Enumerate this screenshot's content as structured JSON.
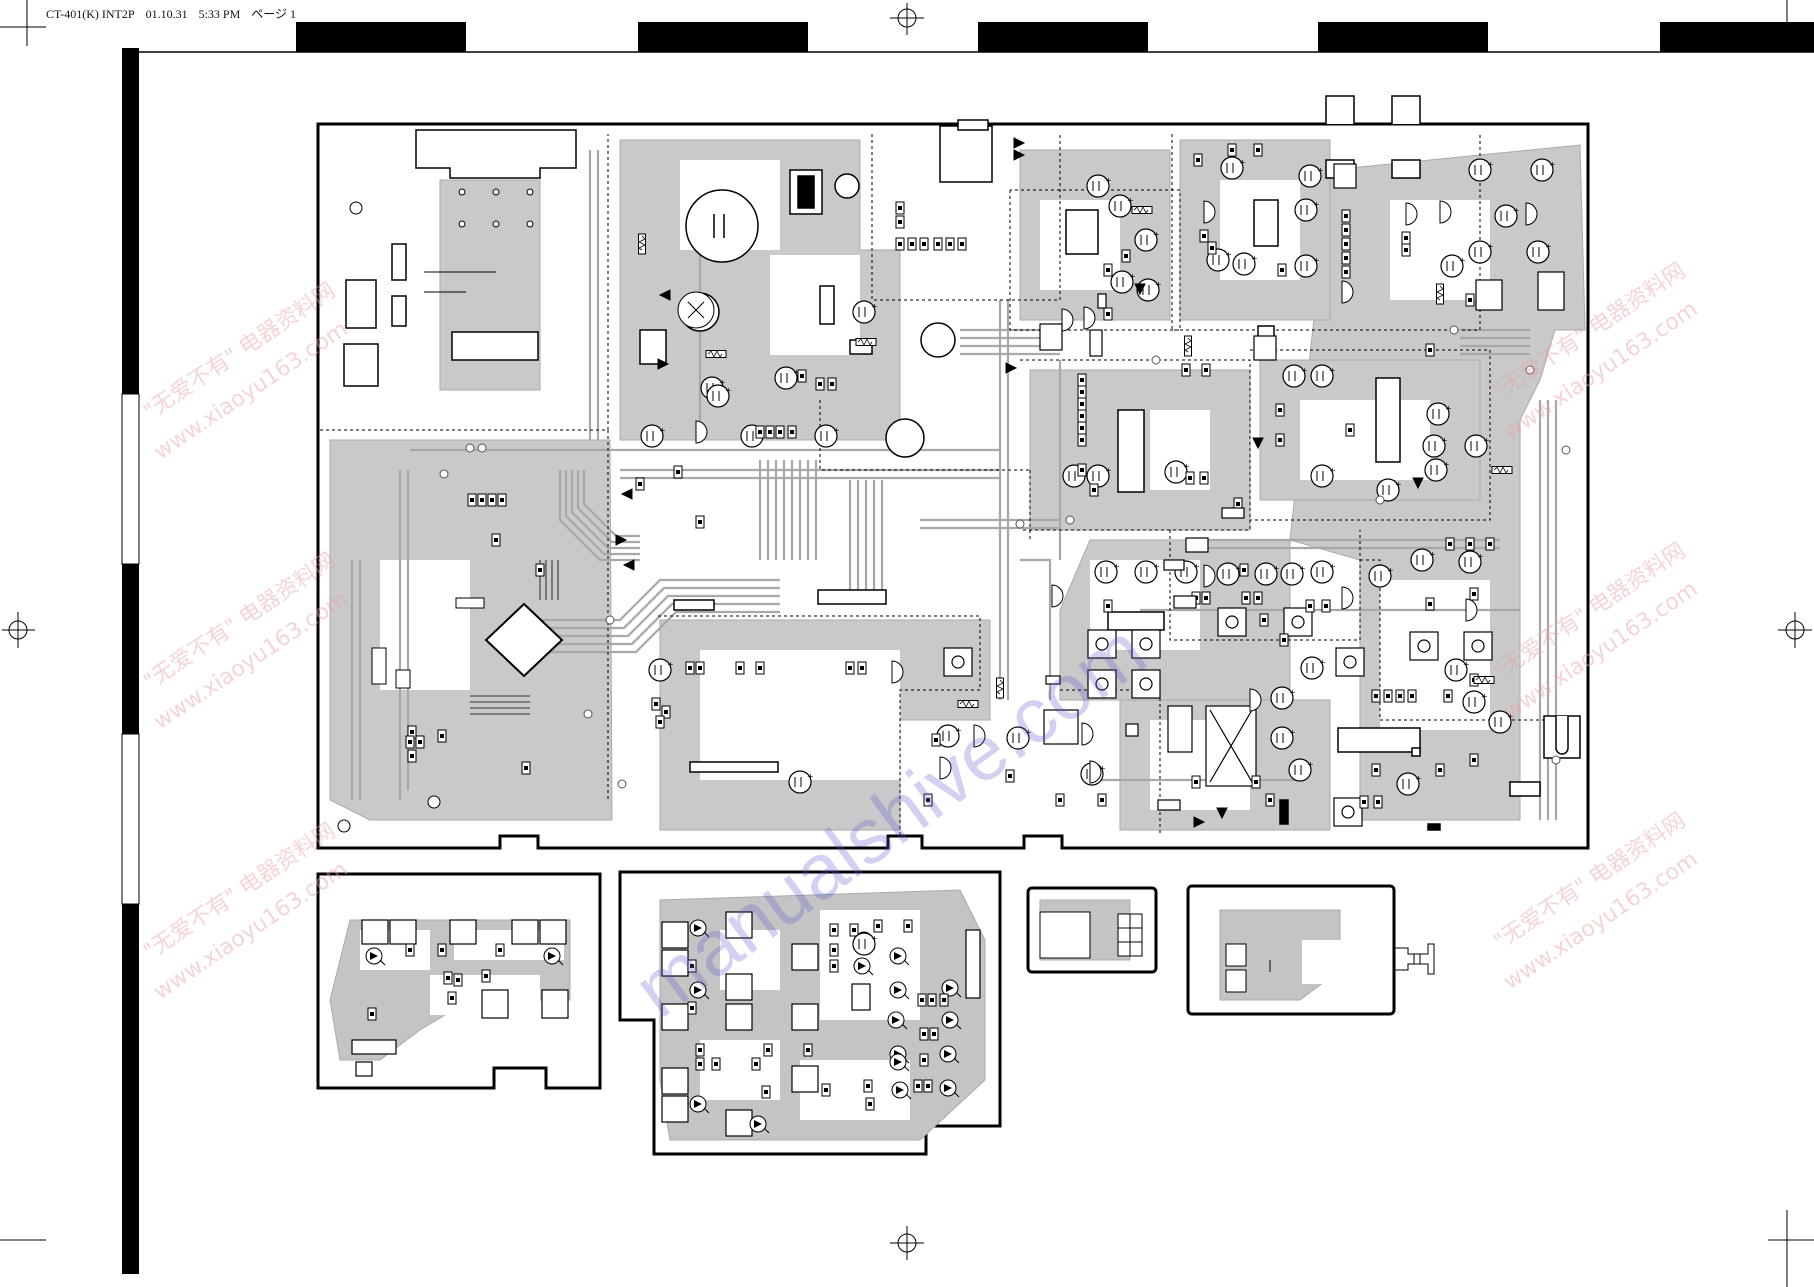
{
  "header": {
    "doc_id": "CT-401(K) INT2P",
    "date": "01.10.31",
    "time": "5:33 PM",
    "page": "ページ 1"
  },
  "watermarks": {
    "main": "manualshive.com",
    "side_cn": "\"无爱不有\" 电器资料网",
    "side_url": "www.xiaoyu163.com"
  },
  "colors": {
    "ink": "#000000",
    "trace": "#b8b8b8",
    "trace_dark": "#9a9a9a",
    "watermark_blue": "#5a5ad0",
    "watermark_red": "#e8a0a0"
  }
}
